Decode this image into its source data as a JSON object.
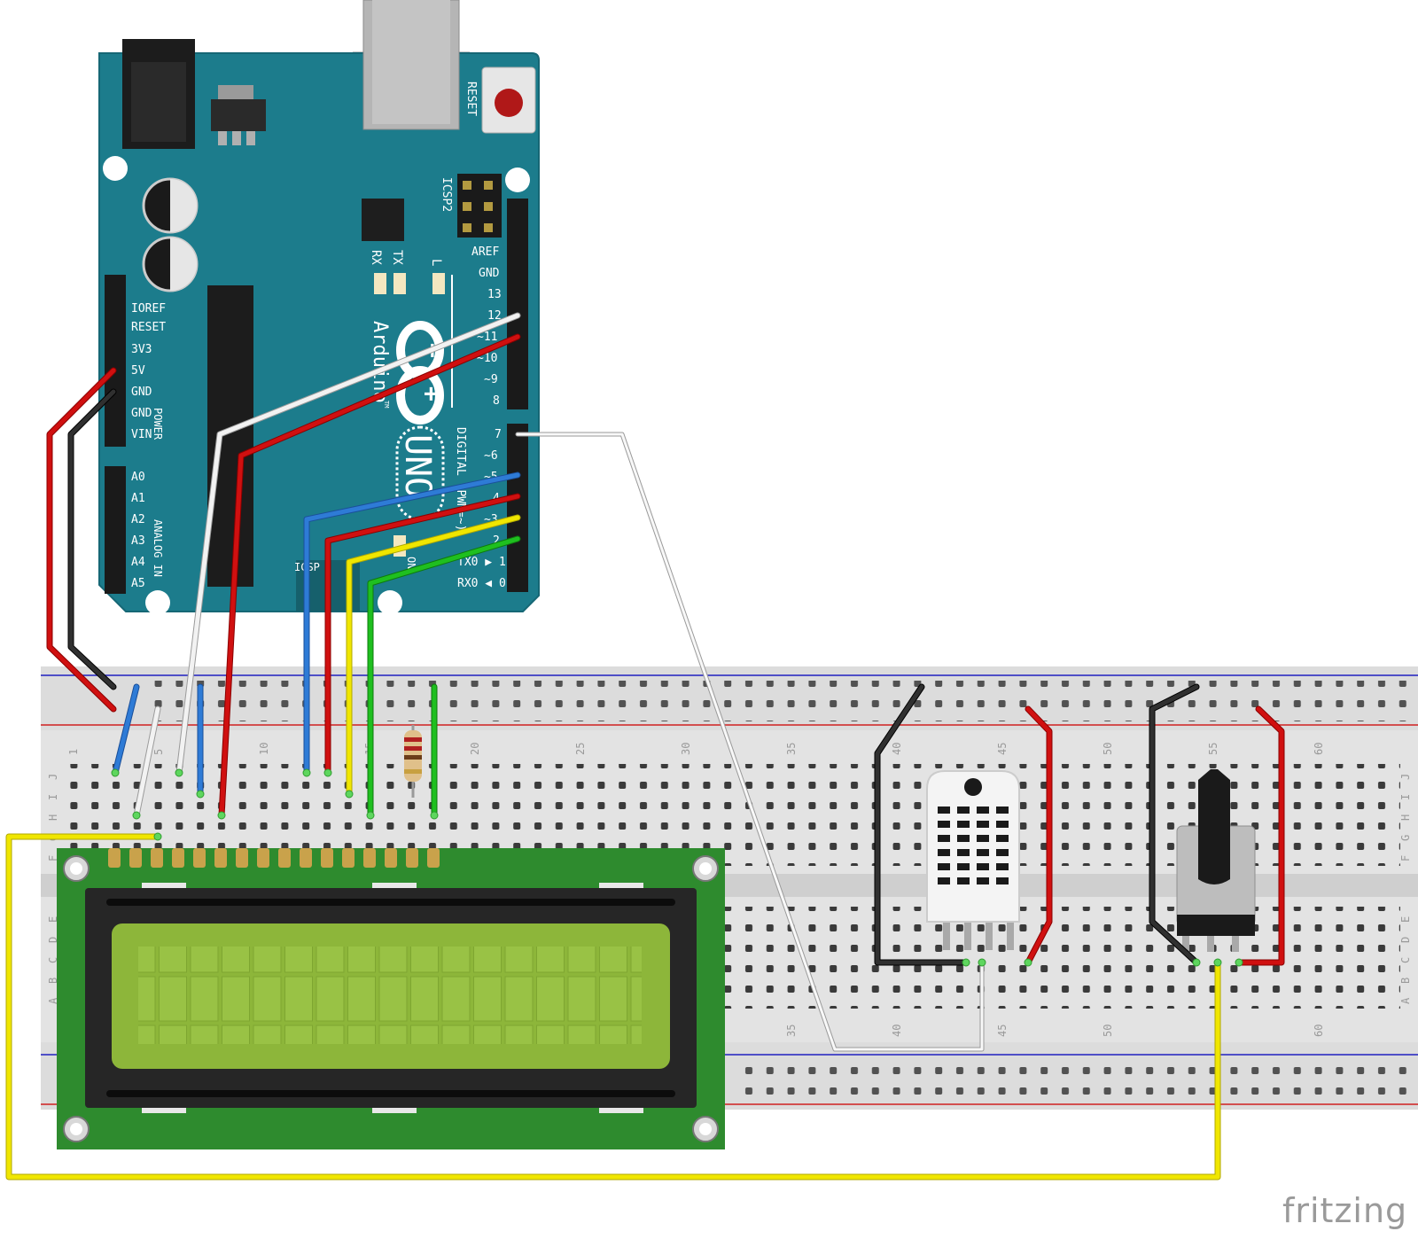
{
  "arduino": {
    "reset_label": "RESET",
    "icsp_label": "ICSP2",
    "rx_label": "RX",
    "tx_label": "TX",
    "l_label": "L",
    "brand_name": "Arduino",
    "trademark": "TM",
    "model": "UNO",
    "digital_label": "DIGITAL (PWM=~)",
    "power_label": "POWER",
    "analog_label": "ANALOG IN",
    "ioref_label": "IOREF",
    "power_pins": [
      "IOREF",
      "RESET",
      "3V3",
      "5V",
      "GND",
      "GND",
      "VIN"
    ],
    "analog_pins": [
      "A0",
      "A1",
      "A2",
      "A3",
      "A4",
      "A5"
    ],
    "digital_pins_top": [
      "AREF",
      "GND",
      "13",
      "12",
      "~11",
      "~10",
      "~9",
      "8"
    ],
    "digital_pins_bottom": [
      "7",
      "~6",
      "~5",
      "4",
      "~3",
      "2",
      "TX0 ▶ 1",
      "RX0 ◀ 0"
    ],
    "icsp_bottom_label": "ICSP",
    "on_label": "ON"
  },
  "breadboard": {
    "row_letters_top": [
      "J",
      "I",
      "H",
      "G",
      "F"
    ],
    "row_letters_bottom": [
      "E",
      "D",
      "C",
      "B",
      "A"
    ],
    "column_numbers_top": [
      "1",
      "5",
      "10",
      "15",
      "20",
      "25",
      "30",
      "35",
      "40",
      "45",
      "50",
      "55",
      "60"
    ],
    "column_numbers_bottom": [
      "35",
      "40",
      "45",
      "50",
      "60"
    ]
  },
  "colors": {
    "board": "#1c7c8c",
    "lcd_pcb": "#2e8b2e",
    "lcd_screen": "#8db63a",
    "wire_red": "#d01010",
    "wire_black": "#1a1a1a",
    "wire_blue": "#2e7bd6",
    "wire_yellow": "#f0e600",
    "wire_green": "#1fbf1f",
    "wire_white": "#f0f0f0"
  },
  "components": [
    "arduino-uno",
    "breadboard",
    "lcd-16x2",
    "dht22-sensor",
    "potentiometer",
    "resistor"
  ],
  "watermark": "fritzing"
}
